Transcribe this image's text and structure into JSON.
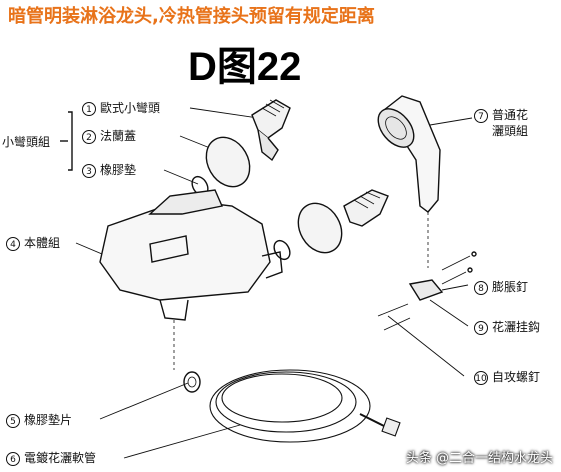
{
  "headline": "暗管明装淋浴龙头,冷热管接头预留有规定距离",
  "figure_title": "D图22",
  "group_label": "小彎頭組",
  "parts": [
    {
      "num": "1",
      "label": "歐式小彎頭"
    },
    {
      "num": "2",
      "label": "法蘭蓋"
    },
    {
      "num": "3",
      "label": "橡膠墊"
    },
    {
      "num": "4",
      "label": "本體組"
    },
    {
      "num": "5",
      "label": "橡膠墊片"
    },
    {
      "num": "6",
      "label": "電鍍花灑軟管"
    },
    {
      "num": "7",
      "label_line1": "普通花",
      "label_line2": "灑頭組"
    },
    {
      "num": "8",
      "label": "膨脹釘"
    },
    {
      "num": "9",
      "label": "花灑挂鈎"
    },
    {
      "num": "10",
      "label": "自攻螺釘"
    }
  ],
  "watermark": "头条 @二合一结构水龙头"
}
